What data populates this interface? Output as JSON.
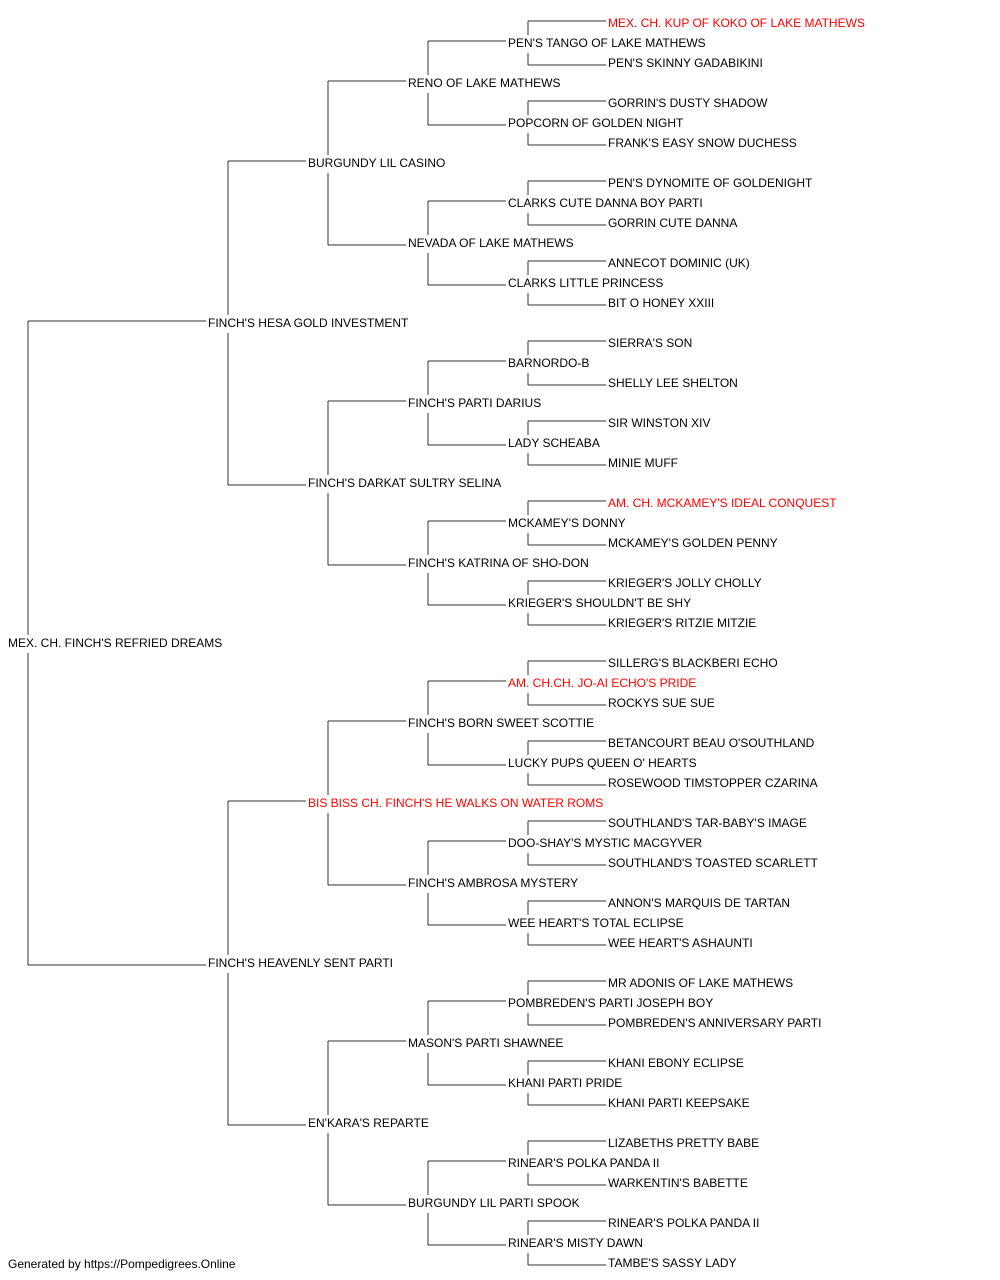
{
  "colors": {
    "normal": "#000000",
    "champion": "#ff0000",
    "line": "#333333"
  },
  "dogs": [
    {
      "name": "MEX. CH. FINCH'S REFRIED DREAMS",
      "champion": false
    },
    {
      "name": "FINCH'S HESA GOLD INVESTMENT",
      "champion": false
    },
    {
      "name": "FINCH'S HEAVENLY SENT PARTI",
      "champion": false
    },
    {
      "name": "BURGUNDY LIL CASINO",
      "champion": false
    },
    {
      "name": "FINCH'S DARKAT SULTRY SELINA",
      "champion": false
    },
    {
      "name": "BIS BISS CH. FINCH'S HE WALKS ON WATER ROMS",
      "champion": true
    },
    {
      "name": "EN'KARA'S REPARTE",
      "champion": false
    },
    {
      "name": "RENO OF LAKE MATHEWS",
      "champion": false
    },
    {
      "name": "NEVADA OF LAKE MATHEWS",
      "champion": false
    },
    {
      "name": "FINCH'S PARTI DARIUS",
      "champion": false
    },
    {
      "name": "FINCH'S KATRINA OF SHO-DON",
      "champion": false
    },
    {
      "name": "FINCH'S BORN SWEET SCOTTIE",
      "champion": false
    },
    {
      "name": "FINCH'S AMBROSA MYSTERY",
      "champion": false
    },
    {
      "name": "MASON'S PARTI SHAWNEE",
      "champion": false
    },
    {
      "name": "BURGUNDY LIL PARTI SPOOK",
      "champion": false
    },
    {
      "name": "PEN'S TANGO OF LAKE MATHEWS",
      "champion": false
    },
    {
      "name": "POPCORN OF GOLDEN NIGHT",
      "champion": false
    },
    {
      "name": "CLARKS CUTE DANNA BOY PARTI",
      "champion": false
    },
    {
      "name": "CLARKS LITTLE PRINCESS",
      "champion": false
    },
    {
      "name": "BARNORDO-B",
      "champion": false
    },
    {
      "name": "LADY SCHEABA",
      "champion": false
    },
    {
      "name": "MCKAMEY'S DONNY",
      "champion": false
    },
    {
      "name": "KRIEGER'S SHOULDN'T BE SHY",
      "champion": false
    },
    {
      "name": "AM. CH.CH. JO-AI ECHO'S PRIDE",
      "champion": true
    },
    {
      "name": "LUCKY PUPS QUEEN O' HEARTS",
      "champion": false
    },
    {
      "name": "DOO-SHAY'S MYSTIC MACGYVER",
      "champion": false
    },
    {
      "name": "WEE HEART'S TOTAL ECLIPSE",
      "champion": false
    },
    {
      "name": "POMBREDEN'S PARTI JOSEPH BOY",
      "champion": false
    },
    {
      "name": "KHANI PARTI PRIDE",
      "champion": false
    },
    {
      "name": "RINEAR'S POLKA PANDA II",
      "champion": false
    },
    {
      "name": "RINEAR'S MISTY DAWN",
      "champion": false
    },
    {
      "name": "MEX. CH. KUP OF KOKO OF LAKE MATHEWS",
      "champion": true
    },
    {
      "name": "PEN'S SKINNY GADABIKINI",
      "champion": false
    },
    {
      "name": "GORRIN'S DUSTY SHADOW",
      "champion": false
    },
    {
      "name": "FRANK'S EASY SNOW DUCHESS",
      "champion": false
    },
    {
      "name": "PEN'S DYNOMITE OF GOLDENIGHT",
      "champion": false
    },
    {
      "name": "GORRIN CUTE DANNA",
      "champion": false
    },
    {
      "name": "ANNECOT DOMINIC (UK)",
      "champion": false
    },
    {
      "name": "BIT O HONEY XXIII",
      "champion": false
    },
    {
      "name": "SIERRA'S SON",
      "champion": false
    },
    {
      "name": "SHELLY LEE SHELTON",
      "champion": false
    },
    {
      "name": "SIR WINSTON XIV",
      "champion": false
    },
    {
      "name": "MINIE MUFF",
      "champion": false
    },
    {
      "name": "AM. CH. MCKAMEY'S IDEAL CONQUEST",
      "champion": true
    },
    {
      "name": "MCKAMEY'S GOLDEN PENNY",
      "champion": false
    },
    {
      "name": "KRIEGER'S JOLLY CHOLLY",
      "champion": false
    },
    {
      "name": "KRIEGER'S RITZIE MITZIE",
      "champion": false
    },
    {
      "name": "SILLERG'S BLACKBERI ECHO",
      "champion": false
    },
    {
      "name": "ROCKYS SUE SUE",
      "champion": false
    },
    {
      "name": "BETANCOURT BEAU O'SOUTHLAND",
      "champion": false
    },
    {
      "name": "ROSEWOOD TIMSTOPPER CZARINA",
      "champion": false
    },
    {
      "name": "SOUTHLAND'S TAR-BABY'S IMAGE",
      "champion": false
    },
    {
      "name": "SOUTHLAND'S TOASTED SCARLETT",
      "champion": false
    },
    {
      "name": "ANNON'S MARQUIS DE TARTAN",
      "champion": false
    },
    {
      "name": "WEE HEART'S ASHAUNTI",
      "champion": false
    },
    {
      "name": "MR ADONIS OF LAKE MATHEWS",
      "champion": false
    },
    {
      "name": "POMBREDEN'S ANNIVERSARY PARTI",
      "champion": false
    },
    {
      "name": "KHANI EBONY ECLIPSE",
      "champion": false
    },
    {
      "name": "KHANI PARTI KEEPSAKE",
      "champion": false
    },
    {
      "name": "LIZABETHS PRETTY BABE",
      "champion": false
    },
    {
      "name": "WARKENTIN'S BABETTE",
      "champion": false
    },
    {
      "name": "RINEAR'S POLKA PANDA II",
      "champion": false
    },
    {
      "name": "TAMBE'S SASSY LADY",
      "champion": false
    }
  ],
  "footer": "Generated by https://Pompedigrees.Online"
}
